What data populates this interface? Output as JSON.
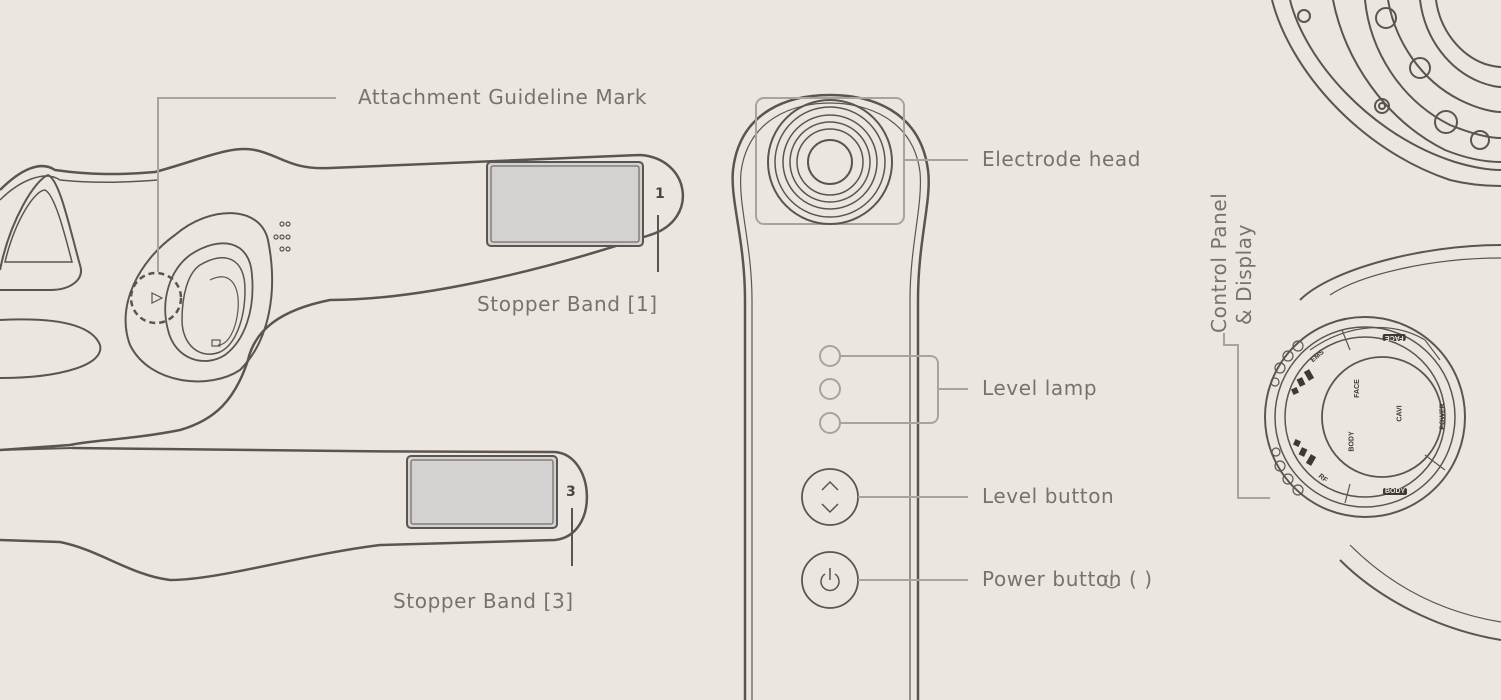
{
  "labels": {
    "attachment_guideline_mark": "Attachment Guideline Mark",
    "stopper_band_1": "Stopper Band [1]",
    "stopper_band_3": "Stopper Band [3]",
    "electrode_head": "Electrode head",
    "level_lamp": "Level lamp",
    "level_button": "Level button",
    "power_button": "Power button (    )",
    "control_panel_line1": "Control Panel",
    "control_panel_line2": "& Display"
  },
  "band_numbers": {
    "one": "1",
    "three": "3"
  },
  "control_panel": {
    "face": "FACE",
    "cavi": "CAVI",
    "body": "BODY",
    "power": "POWER",
    "ems": "EMS",
    "rf": "RF",
    "face_badge": "FACE",
    "body_badge": "BODY"
  },
  "icons": [
    "triangle-mark-icon",
    "chevron-up-icon",
    "chevron-down-icon",
    "power-icon"
  ],
  "colors": {
    "background": "#ebe7e0",
    "line": "#5a5550",
    "leader": "#a8a39d",
    "screen": "#d4d2d0"
  }
}
